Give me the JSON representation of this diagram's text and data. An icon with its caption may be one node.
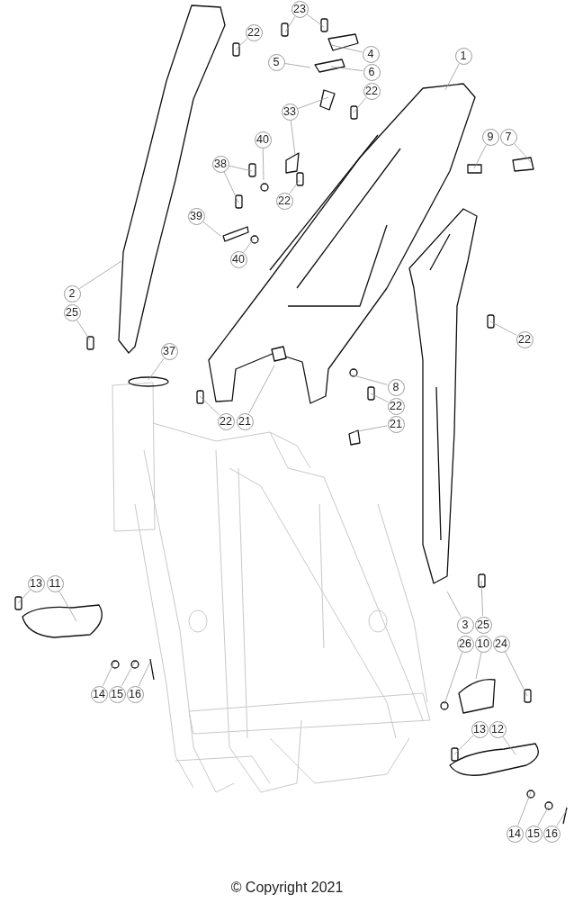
{
  "diagram": {
    "nodes": [
      {
        "text": [
          "23"
        ]
      },
      {
        "text": [
          "22"
        ]
      },
      {
        "text": [
          "4"
        ]
      },
      {
        "text": [
          "1"
        ]
      },
      {
        "text": [
          "5"
        ]
      },
      {
        "text": [
          "6"
        ]
      },
      {
        "text": [
          "22"
        ]
      },
      {
        "text": [
          "33"
        ]
      },
      {
        "text": [
          "9"
        ]
      },
      {
        "text": [
          "7"
        ]
      },
      {
        "text": [
          "40"
        ]
      },
      {
        "text": [
          "38"
        ]
      },
      {
        "text": [
          "22"
        ]
      },
      {
        "text": [
          "39"
        ]
      },
      {
        "text": [
          "40"
        ]
      },
      {
        "text": [
          "2"
        ]
      },
      {
        "text": [
          "25"
        ]
      },
      {
        "text": [
          "22"
        ]
      },
      {
        "text": [
          "37"
        ]
      },
      {
        "text": [
          "8"
        ]
      },
      {
        "text": [
          "22"
        ]
      },
      {
        "text": [
          "22"
        ]
      },
      {
        "text": [
          "21"
        ]
      },
      {
        "text": [
          "21"
        ]
      },
      {
        "text": [
          "13"
        ]
      },
      {
        "text": [
          "11"
        ]
      },
      {
        "text": [
          "3"
        ]
      },
      {
        "text": [
          "25"
        ]
      },
      {
        "text": [
          "26"
        ]
      },
      {
        "text": [
          "10"
        ]
      },
      {
        "text": [
          "24"
        ]
      },
      {
        "text": [
          "14"
        ]
      },
      {
        "text": [
          "15"
        ]
      },
      {
        "text": [
          "16"
        ]
      },
      {
        "text": [
          "13"
        ]
      },
      {
        "text": [
          "12"
        ]
      },
      {
        "text": [
          "14"
        ]
      },
      {
        "text": [
          "15"
        ]
      },
      {
        "text": [
          "16"
        ]
      }
    ],
    "edges": [
      {
        "from": 0,
        "to": null,
        "arrow": "none"
      },
      {
        "from": 0,
        "to": null,
        "arrow": "none"
      },
      {
        "from": 1,
        "to": null,
        "arrow": "none"
      },
      {
        "from": 2,
        "to": null,
        "arrow": "none"
      },
      {
        "from": 3,
        "to": null,
        "arrow": "none"
      },
      {
        "from": 4,
        "to": null,
        "arrow": "none"
      },
      {
        "from": 5,
        "to": null,
        "arrow": "none"
      },
      {
        "from": 6,
        "to": null,
        "arrow": "none"
      },
      {
        "from": 7,
        "to": null,
        "arrow": "none"
      },
      {
        "from": 7,
        "to": null,
        "arrow": "none"
      },
      {
        "from": 8,
        "to": null,
        "arrow": "none"
      },
      {
        "from": 9,
        "to": null,
        "arrow": "none"
      },
      {
        "from": 10,
        "to": null,
        "arrow": "none"
      },
      {
        "from": 11,
        "to": null,
        "arrow": "none"
      },
      {
        "from": 11,
        "to": null,
        "arrow": "none"
      },
      {
        "from": 12,
        "to": null,
        "arrow": "none"
      },
      {
        "from": 13,
        "to": null,
        "arrow": "none"
      },
      {
        "from": 14,
        "to": null,
        "arrow": "none"
      },
      {
        "from": 15,
        "to": null,
        "arrow": "none"
      },
      {
        "from": 16,
        "to": null,
        "arrow": "none"
      },
      {
        "from": 17,
        "to": null,
        "arrow": "none"
      },
      {
        "from": 18,
        "to": null,
        "arrow": "none"
      },
      {
        "from": 19,
        "to": null,
        "arrow": "none"
      },
      {
        "from": 20,
        "to": null,
        "arrow": "none"
      },
      {
        "from": 21,
        "to": null,
        "arrow": "none"
      },
      {
        "from": 22,
        "to": null,
        "arrow": "none"
      },
      {
        "from": 23,
        "to": null,
        "arrow": "none"
      },
      {
        "from": 24,
        "to": null,
        "arrow": "none"
      },
      {
        "from": 25,
        "to": null,
        "arrow": "none"
      },
      {
        "from": 26,
        "to": null,
        "arrow": "none"
      },
      {
        "from": 27,
        "to": null,
        "arrow": "none"
      },
      {
        "from": 28,
        "to": null,
        "arrow": "none"
      },
      {
        "from": 29,
        "to": null,
        "arrow": "none"
      },
      {
        "from": 30,
        "to": null,
        "arrow": "none"
      },
      {
        "from": 31,
        "to": null,
        "arrow": "none"
      },
      {
        "from": 32,
        "to": null,
        "arrow": "none"
      },
      {
        "from": 33,
        "to": null,
        "arrow": "none"
      },
      {
        "from": 34,
        "to": null,
        "arrow": "none"
      },
      {
        "from": 35,
        "to": null,
        "arrow": "none"
      },
      {
        "from": 36,
        "to": null,
        "arrow": "none"
      },
      {
        "from": 37,
        "to": null,
        "arrow": "none"
      },
      {
        "from": 38,
        "to": null,
        "arrow": "none"
      }
    ],
    "labels": [
      "© Copyright 2021"
    ]
  }
}
